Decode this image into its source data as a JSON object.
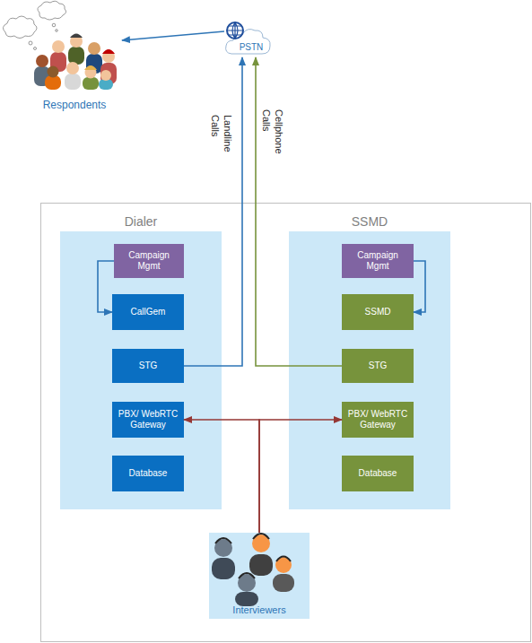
{
  "diagram": {
    "nodes": [
      {
        "text": [
          "Respondents"
        ]
      },
      {
        "text": [
          "PSTN"
        ]
      },
      {
        "text": [
          "Dialer"
        ]
      },
      {
        "text": [
          "Campaign Mgmt"
        ],
        "in": 2
      },
      {
        "text": [
          "CallGem"
        ],
        "in": 2
      },
      {
        "text": [
          "STG"
        ],
        "in": 2
      },
      {
        "text": [
          "PBX/ WebRTC Gateway"
        ],
        "in": 2
      },
      {
        "text": [
          "Database"
        ],
        "in": 2
      },
      {
        "text": [
          "SSMD"
        ]
      },
      {
        "text": [
          "Campaign Mgmt"
        ],
        "in": 8
      },
      {
        "text": [
          "SSMD"
        ],
        "in": 8
      },
      {
        "text": [
          "STG"
        ],
        "in": 8
      },
      {
        "text": [
          "PBX/ WebRTC Gateway"
        ],
        "in": 8
      },
      {
        "text": [
          "Database"
        ],
        "in": 8
      },
      {
        "text": [
          "Interviewers"
        ]
      }
    ],
    "edges": [
      {
        "from": 3,
        "to": 4,
        "arrow": "to"
      },
      {
        "from": 9,
        "to": 10,
        "arrow": "to"
      },
      {
        "from": 5,
        "to": 1,
        "label": "Landline Calls",
        "arrow": "to"
      },
      {
        "from": 11,
        "to": 1,
        "label": "Cellphone Calls",
        "arrow": "to"
      },
      {
        "from": 1,
        "to": 0,
        "arrow": "to"
      },
      {
        "from": 14,
        "to": 6,
        "arrow": "to"
      },
      {
        "from": 14,
        "to": 12,
        "arrow": "to"
      }
    ]
  }
}
